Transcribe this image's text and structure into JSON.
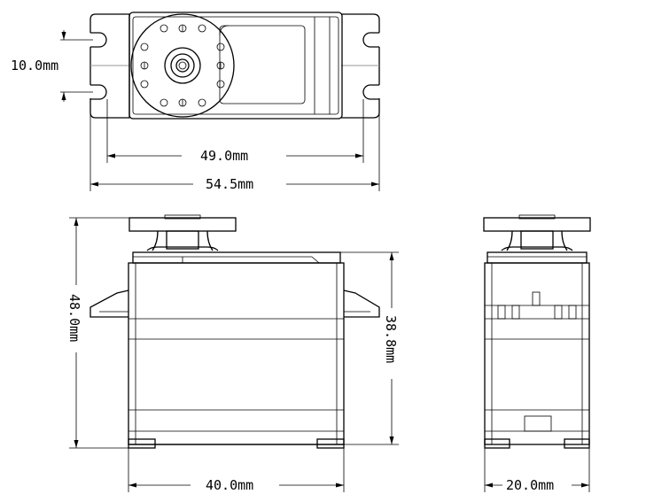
{
  "dimensions": {
    "hole_spacing_vertical": "10.0mm",
    "hole_spacing_horizontal": "49.0mm",
    "overall_length": "54.5mm",
    "overall_height": "48.0mm",
    "body_height": "38.8mm",
    "body_length": "40.0mm",
    "body_width": "20.0mm"
  }
}
